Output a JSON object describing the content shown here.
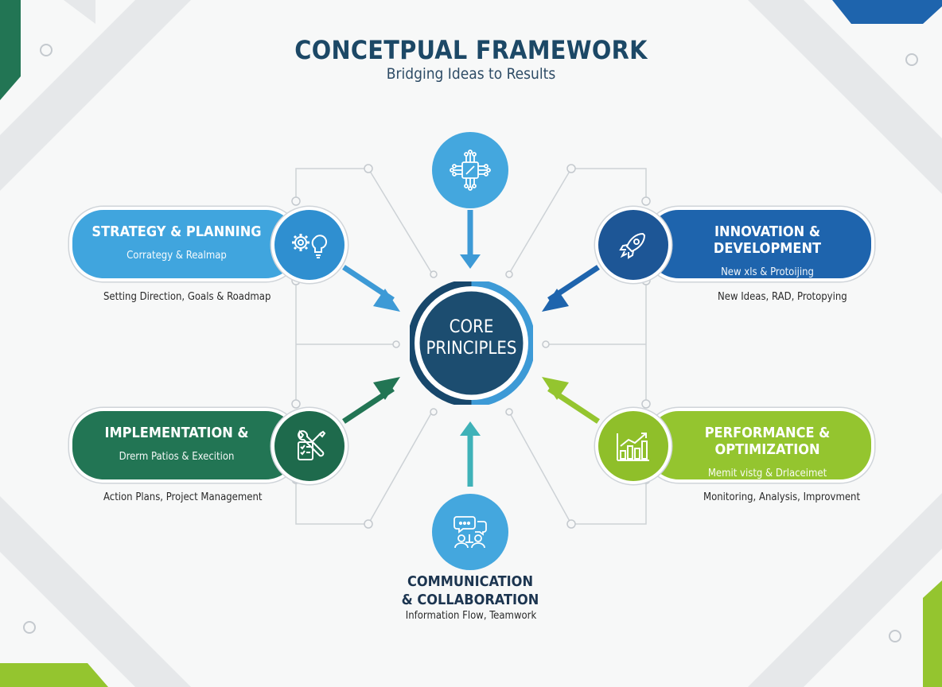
{
  "title": "CONCETPUAL FRAMEWORK",
  "subtitle": "Bridging Ideas to Results",
  "core": {
    "line1": "CORE",
    "line2": "PRINCIPLES"
  },
  "nodes": {
    "strategy": {
      "title": "STRATEGY & PLANNING",
      "subtitle": "Corrategy & Realmap",
      "caption": "Setting Direction, Goals & Roadmap",
      "icon": "gear-bulb-icon"
    },
    "innovation": {
      "title": "INNOVATION & DEVELOPMENT",
      "subtitle": "New xls & Protoijing",
      "caption": "New Ideas, RAD, Protopying",
      "icon": "rocket-icon"
    },
    "implementation": {
      "title": "IMPLEMENTATION &",
      "subtitle": "Drerm Patios & Execition",
      "caption": "Action Plans, Project Management",
      "icon": "tools-checklist-icon"
    },
    "performance": {
      "title": "PERFORMANCE & OPTIMIZATION",
      "subtitle": "Memit vistg & Drlaceimet",
      "caption": "Monitoring, Analysis, Improvment",
      "icon": "growth-chart-icon"
    },
    "top": {
      "icon": "circuit-chip-icon"
    },
    "communication": {
      "title_line1": "COMMUNICATION",
      "title_line2": "& COLLABORATION",
      "caption": "Information Flow, Teamwork",
      "icon": "chat-people-icon"
    }
  },
  "colors": {
    "light_blue": "#40a5de",
    "dark_blue": "#1e64ad",
    "green": "#227554",
    "lime": "#94c52f",
    "navy": "#1c4866",
    "teal": "#3fb2b8"
  }
}
